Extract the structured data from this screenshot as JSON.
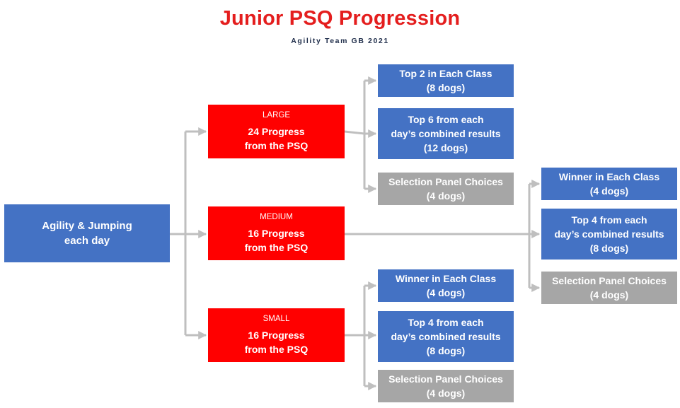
{
  "title": "Junior PSQ Progression",
  "subtitle": "Agility Team GB 2021",
  "colors": {
    "title": "#e41e1e",
    "blue": "#4472c4",
    "red": "#ff0000",
    "gray": "#a6a6a6",
    "connector": "#bfbfbf"
  },
  "start": {
    "line1": "Agility & Jumping",
    "line2": "each day"
  },
  "categories": {
    "large": {
      "size": "LARGE",
      "line1": "24 Progress",
      "line2": "from the PSQ"
    },
    "medium": {
      "size": "MEDIUM",
      "line1": "16 Progress",
      "line2": "from the PSQ"
    },
    "small": {
      "size": "SMALL",
      "line1": "16 Progress",
      "line2": "from the PSQ"
    }
  },
  "large_outcomes": [
    {
      "line1": "Top 2 in Each Class",
      "line2": "(8 dogs)"
    },
    {
      "line1": "Top 6 from each",
      "line2": "day’s combined results",
      "line3": "(12 dogs)"
    },
    {
      "line1": "Selection Panel Choices",
      "line2": "(4 dogs)"
    }
  ],
  "medium_outcomes": [
    {
      "line1": "Winner in Each Class",
      "line2": "(4 dogs)"
    },
    {
      "line1": "Top 4 from each",
      "line2": "day’s combined results",
      "line3": "(8 dogs)"
    },
    {
      "line1": "Selection Panel Choices",
      "line2": "(4 dogs)"
    }
  ],
  "small_outcomes": [
    {
      "line1": "Winner in Each Class",
      "line2": "(4 dogs)"
    },
    {
      "line1": "Top 4 from each",
      "line2": "day’s combined results",
      "line3": "(8 dogs)"
    },
    {
      "line1": "Selection Panel Choices",
      "line2": "(4 dogs)"
    }
  ]
}
